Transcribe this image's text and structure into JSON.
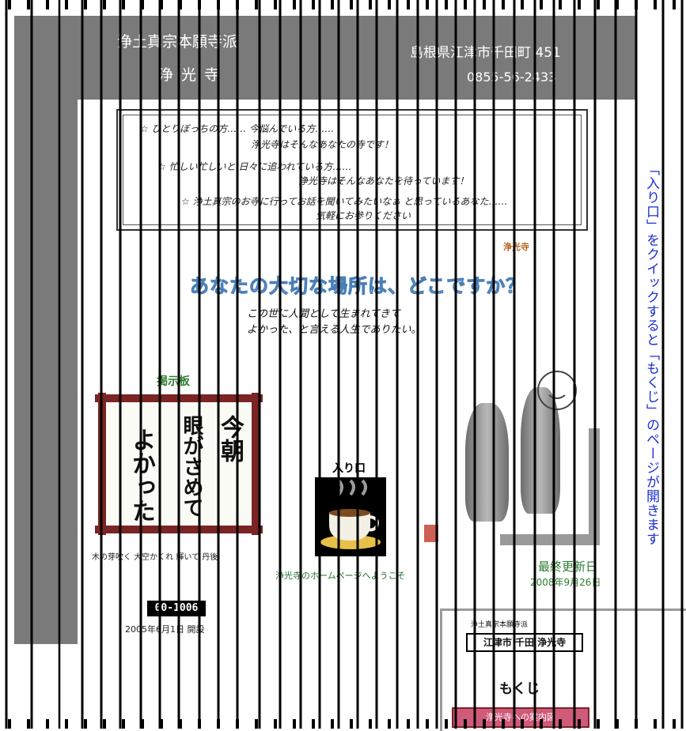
{
  "header": {
    "sect": "浄土真宗本願寺派",
    "temple": "浄 光 寺",
    "address": "島根県江津市千田町 451",
    "phone": "0855-56-2433"
  },
  "message": {
    "lines": [
      "☆ ひとりぼっちの方…… 今悩んでいる方……",
      "浄光寺はそんなあなたの寺です！",
      "☆ 忙しい忙しいと 日々に追われている方……",
      "浄光寺はそんなあなたを待っています！",
      "☆ 浄土真宗のお寺に行ってお話を聞いてみたいなぁ と思っているあなた……",
      "気軽にお参りください"
    ]
  },
  "signature": "浄光寺",
  "headline": "あなたの大切な場所は、どこですか？",
  "subtitle": {
    "line1": "この世に人間として生まれてきて",
    "line2": "よかった、と言える人生でありたい。"
  },
  "board": {
    "title": "掲示板",
    "col1": "今朝",
    "col2": "眼がさめて",
    "col3": "よかった",
    "caption": "木の芽吹く 大空かくれ 輝いて 丹後"
  },
  "entrance": {
    "label": "入り口",
    "caption": "浄光寺のホームページへようこそ"
  },
  "counter": {
    "value": "00-1006",
    "since": "2005年6月1日 開設"
  },
  "updated": {
    "label": "最終更新日",
    "date": "2008年9月26日"
  },
  "side_caption": "「入り口」をクイックすると「もくじ」のページが開きます",
  "toc": {
    "small": "浄土真宗本願寺派",
    "location": "江津市 千田 浄光寺",
    "title": "もくじ",
    "item": "浄光寺への案内図"
  },
  "colors": {
    "frame_gray": "#7a7a7a",
    "caption_blue": "#1a2fd1",
    "board_wood": "#7a2424",
    "board_title_green": "#2e7d32",
    "headline_blue": "#4a7fb8",
    "updated_green": "#2e7d32"
  }
}
